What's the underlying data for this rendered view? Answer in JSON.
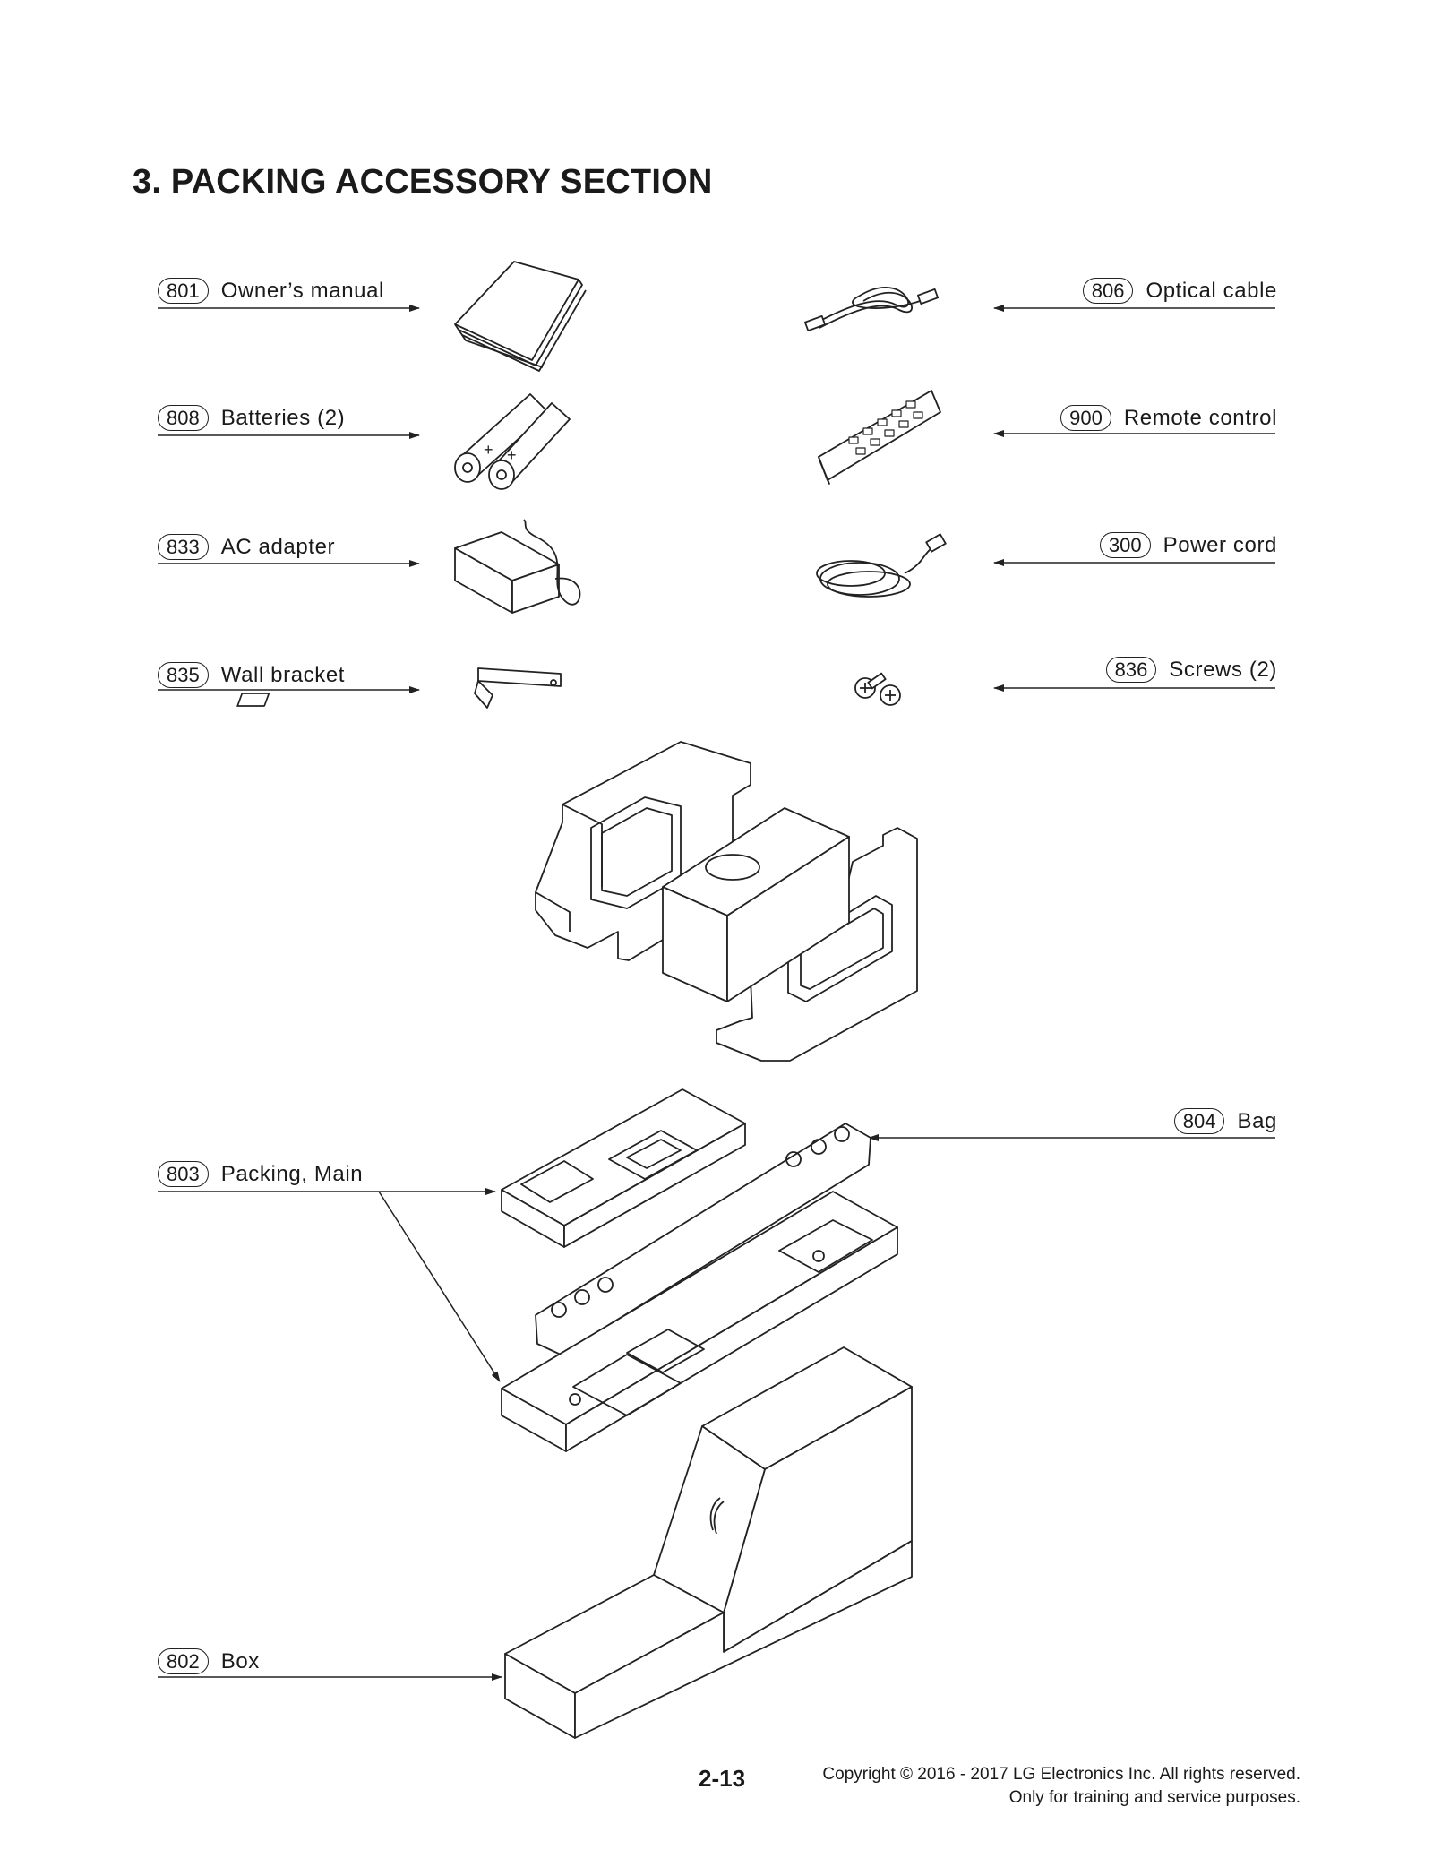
{
  "document": {
    "title": "3. PACKING ACCESSORY SECTION",
    "page_number": "2-13",
    "copyright_line1": "Copyright © 2016 - 2017 LG Electronics Inc. All rights reserved.",
    "copyright_line2": "Only for training and service purposes."
  },
  "parts": {
    "p801": {
      "num": "801",
      "name": "Owner’s manual"
    },
    "p806": {
      "num": "806",
      "name": "Optical cable"
    },
    "p808": {
      "num": "808",
      "name": "Batteries (2)"
    },
    "p900": {
      "num": "900",
      "name": "Remote control"
    },
    "p833": {
      "num": "833",
      "name": "AC adapter"
    },
    "p300": {
      "num": "300",
      "name": "Power cord"
    },
    "p835": {
      "num": "835",
      "name": "Wall bracket"
    },
    "p836": {
      "num": "836",
      "name": "Screws (2)"
    },
    "p804": {
      "num": "804",
      "name": "Bag"
    },
    "p803": {
      "num": "803",
      "name": "Packing, Main"
    },
    "p802": {
      "num": "802",
      "name": "Box"
    }
  }
}
